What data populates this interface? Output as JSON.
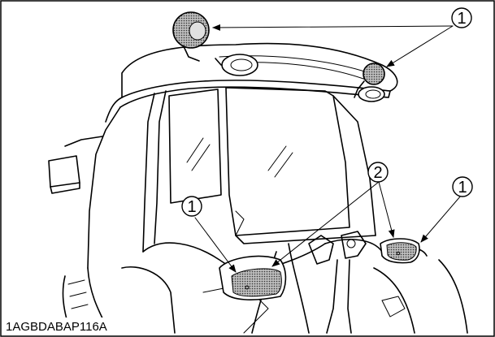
{
  "figure": {
    "code": "1AGBDABAP116A",
    "callouts": [
      {
        "label": "1"
      },
      {
        "label": "1"
      },
      {
        "label": "2"
      },
      {
        "label": "1"
      }
    ]
  },
  "colors": {
    "stroke": "#000000",
    "lamp_fill": "#8c8c8c",
    "background": "#ffffff"
  }
}
